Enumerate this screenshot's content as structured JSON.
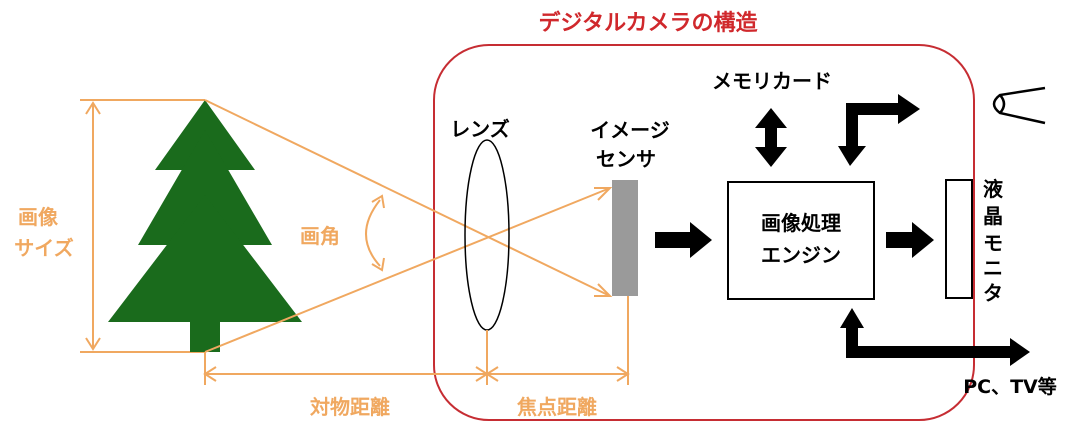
{
  "title": "デジタルカメラの構造",
  "labels": {
    "image_size_line1": "画像",
    "image_size_line2": "サイズ",
    "angle_of_view": "画角",
    "lens": "レンズ",
    "sensor_line1": "イメージ",
    "sensor_line2": "センサ",
    "memory_card": "メモリカード",
    "engine_line1": "画像処理",
    "engine_line2": "エンジン",
    "lcd_chars": [
      "液",
      "晶",
      "モ",
      "ニ",
      "タ"
    ],
    "output": "PC、TV等",
    "object_distance": "対物距離",
    "focal_distance": "焦点距離"
  },
  "colors": {
    "title": "#d0282c",
    "camera_body": "#c62d33",
    "annotation": "#f0a860",
    "tree": "#1a6b1c",
    "sensor": "#9a9a9a",
    "arrow": "#000000"
  },
  "icons": {
    "eye": "eye-icon"
  }
}
